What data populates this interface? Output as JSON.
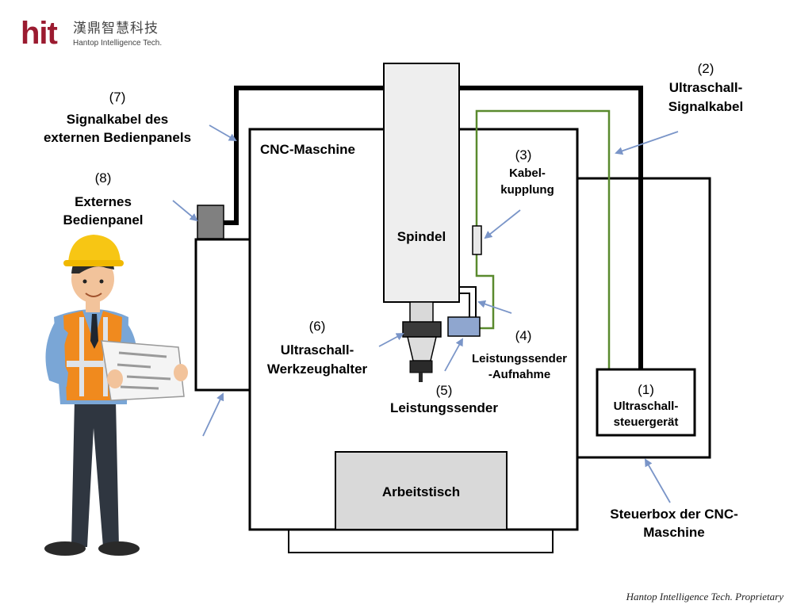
{
  "logo": {
    "mark": "hit",
    "chinese": "漢鼎智慧科技",
    "english": "Hantop Intelligence Tech."
  },
  "labels": {
    "cnc_machine": "CNC-Maschine",
    "spindle": "Spindel",
    "work_table": "Arbeitstisch",
    "controller_num": "(1)",
    "controller_line1": "Ultraschall-",
    "controller_line2": "steuergerät",
    "signal_cable_num": "(2)",
    "signal_cable_line1": "Ultraschall-",
    "signal_cable_line2": "Signalkabel",
    "coupling_num": "(3)",
    "coupling_line1": "Kabel-",
    "coupling_line2": "kupplung",
    "receiver_num": "(4)",
    "receiver_line1": "Leistungssender",
    "receiver_line2": "-Aufnahme",
    "transmitter_num": "(5)",
    "transmitter_text": "Leistungssender",
    "holder_num": "(6)",
    "holder_line1": "Ultraschall-",
    "holder_line2": "Werkzeughalter",
    "panel_cable_num": "(7)",
    "panel_cable_line1": "Signalkabel des",
    "panel_cable_line2": "externen Bedienpanels",
    "panel_num": "(8)",
    "panel_line1": "Externes",
    "panel_line2": "Bedienpanel",
    "control_box_line1": "Steuerbox der CNC-",
    "control_box_line2": "Maschine"
  },
  "colors": {
    "outline": "#000000",
    "signal_cable": "#5a8a2e",
    "arrow": "#7a95c8",
    "spindle_fill": "#eeeeee",
    "table_fill": "#d9d9d9",
    "panel_fill": "#808080",
    "receiver_fill": "#8fa6cf",
    "logo_red": "#9b1b30"
  },
  "footer": "Hantop Intelligence Tech. Proprietary"
}
